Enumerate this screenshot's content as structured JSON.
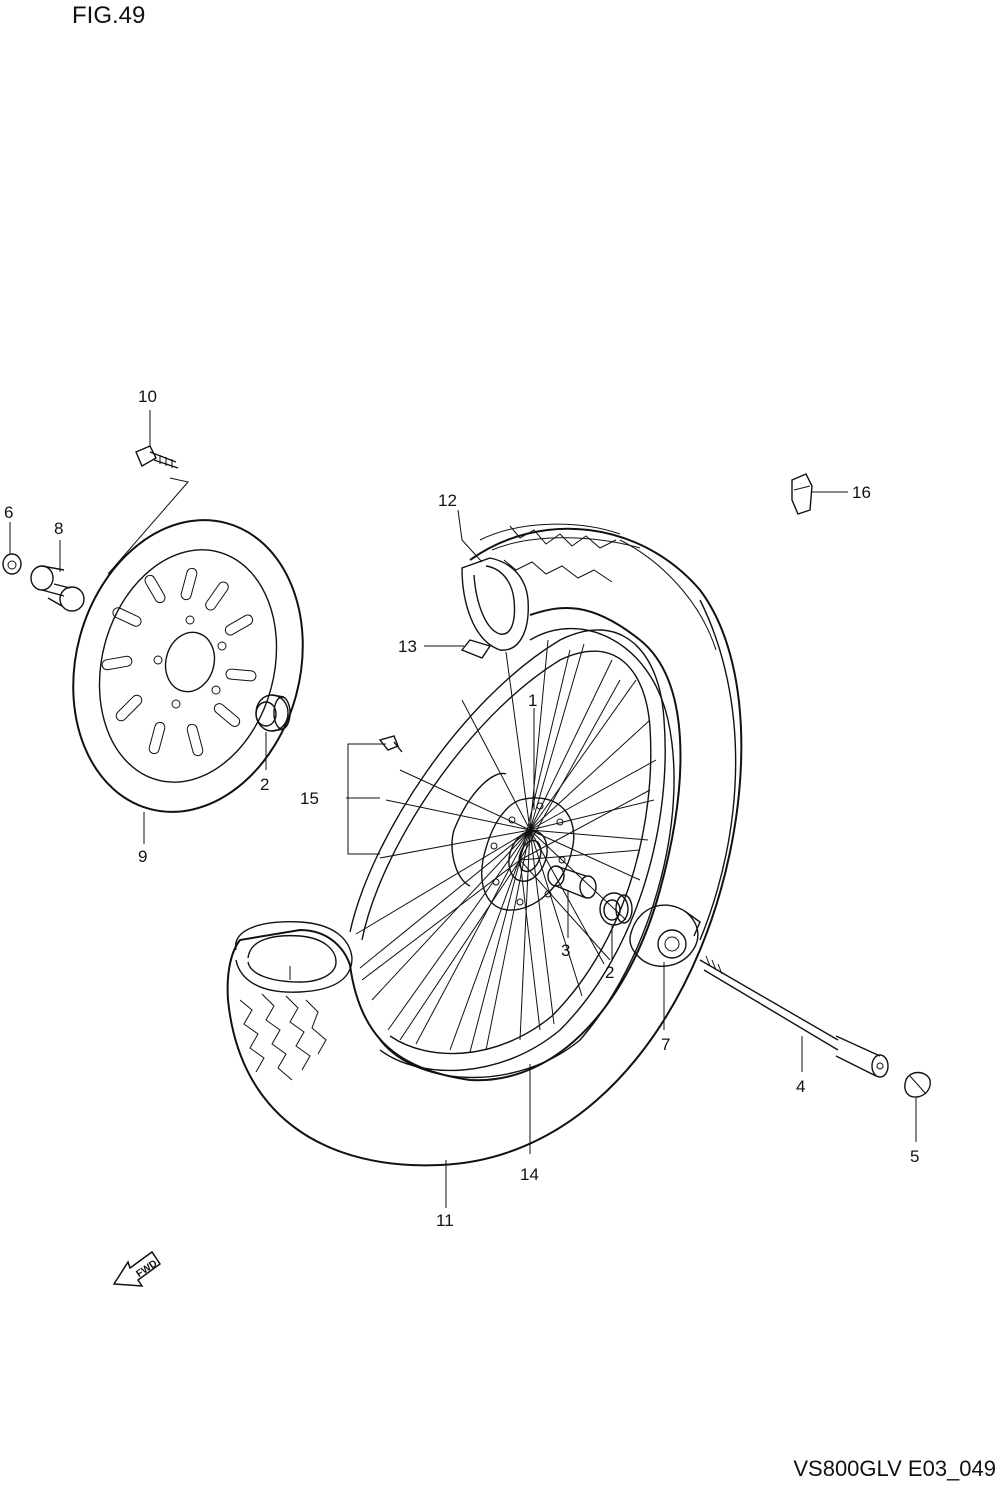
{
  "figure": {
    "title": "FIG.49",
    "code": "VS800GLV E03_049",
    "fwd_label": "FWD"
  },
  "callouts": {
    "c1": "1",
    "c2a": "2",
    "c2b": "2",
    "c3": "3",
    "c4": "4",
    "c5": "5",
    "c6": "6",
    "c7": "7",
    "c8": "8",
    "c9": "9",
    "c10": "10",
    "c11": "11",
    "c12": "12",
    "c13": "13",
    "c14": "14",
    "c15": "15",
    "c16": "16"
  }
}
